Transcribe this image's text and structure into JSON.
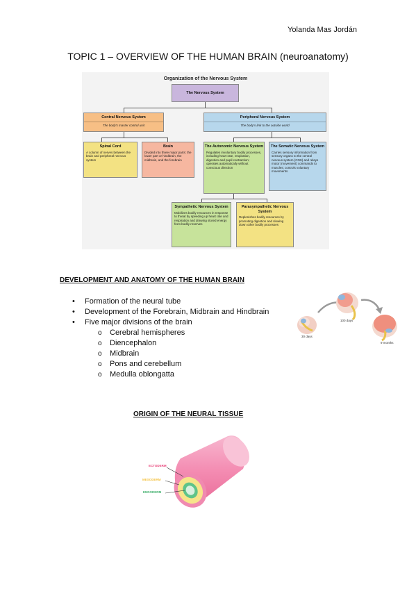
{
  "author": "Yolanda Mas Jordán",
  "title": "TOPIC 1 – OVERVIEW OF THE HUMAN BRAIN (neuroanatomy)",
  "diagram": {
    "heading": "Organization of the Nervous System",
    "root": "The Nervous System",
    "cns": {
      "title": "Central Nervous System",
      "subtitle": "The body's master control unit"
    },
    "pns": {
      "title": "Peripheral Nervous System",
      "subtitle": "The body's link to the outside world"
    },
    "spinal": {
      "title": "Spinal Cord",
      "desc": "A column of nerves between the brain and peripheral nervous system"
    },
    "brain": {
      "title": "Brain",
      "desc": "Divided into three major parts: the lower part or hindbrain, the midbrain, and the forebrain"
    },
    "autonomic": {
      "title": "The Autonomic Nervous System",
      "desc": "Regulates involuntary bodily processes, including heart rate, respiration, digestion and pupil contraction; operates automatically without conscious direction"
    },
    "somatic": {
      "title": "The Somatic Nervous System",
      "desc": "Carries sensory information from sensory organs to the central nervous system (CNS) and relays motor (movement) commands to muscles; controls voluntary movements"
    },
    "sympathetic": {
      "title": "Sympathetic Nervous System",
      "desc": "Mobilizes bodily resources in response to threat by speeding up heart rate and respiration and drawing stored energy from bodily reserves"
    },
    "parasympathetic": {
      "title": "Parasympathetic Nervous System",
      "desc": "Replenishes bodily resources by promoting digestion and slowing down other bodily processes"
    }
  },
  "development": {
    "heading": "DEVELOPMENT AND ANATOMY OF THE HUMAN BRAIN",
    "bullets": [
      "Formation of the neural tube",
      "Development of the Forebrain, Midbrain and Hindbrain",
      "Five major divisions of the brain"
    ],
    "subbullets": [
      "Cerebral hemispheres",
      "Diencephalon",
      "Midbrain",
      "Pons and cerebellum",
      "Medulla oblongatta"
    ],
    "bullet_mark": "•",
    "sub_mark": "o",
    "embryo_labels": [
      "30 days",
      "100 days",
      "9 months"
    ]
  },
  "origin": {
    "heading": "ORIGIN OF THE NEURAL TISSUE",
    "labels": {
      "ectoderm": "ECTODERM",
      "mesoderm": "MESODERM",
      "endoderm": "ENDODERM"
    },
    "colors": {
      "ectoderm": "#e8447a",
      "mesoderm": "#f4c242",
      "endoderm": "#3cae6a"
    }
  }
}
